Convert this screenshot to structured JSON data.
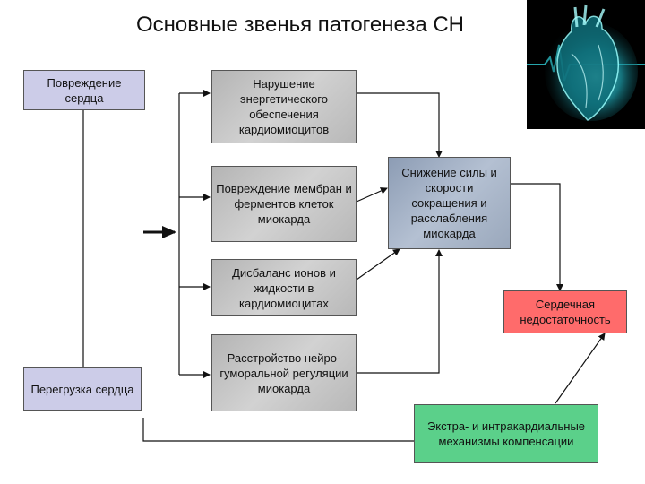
{
  "title": "Основные звенья патогенеза СН",
  "boxes": {
    "heart_damage": "Повреждение сердца",
    "heart_overload": "Перегрузка сердца",
    "energy": "Нарушение энергетического обеспечения кардиомиоцитов",
    "membranes": "Повреждение мембран и ферментов клеток миокарда",
    "ions": "Дисбаланс ионов и жидкости в кардиомиоцитах",
    "neuro": "Расстройство нейро-гуморальной регуляции миокарда",
    "contractility": "Снижение силы и скорости сокращения и расслабления миокарда",
    "failure": "Сердечная недостаточность",
    "compensation": "Экстра- и интракардиальные механизмы компенсации"
  },
  "image": {
    "subject": "heart-hologram-image"
  }
}
